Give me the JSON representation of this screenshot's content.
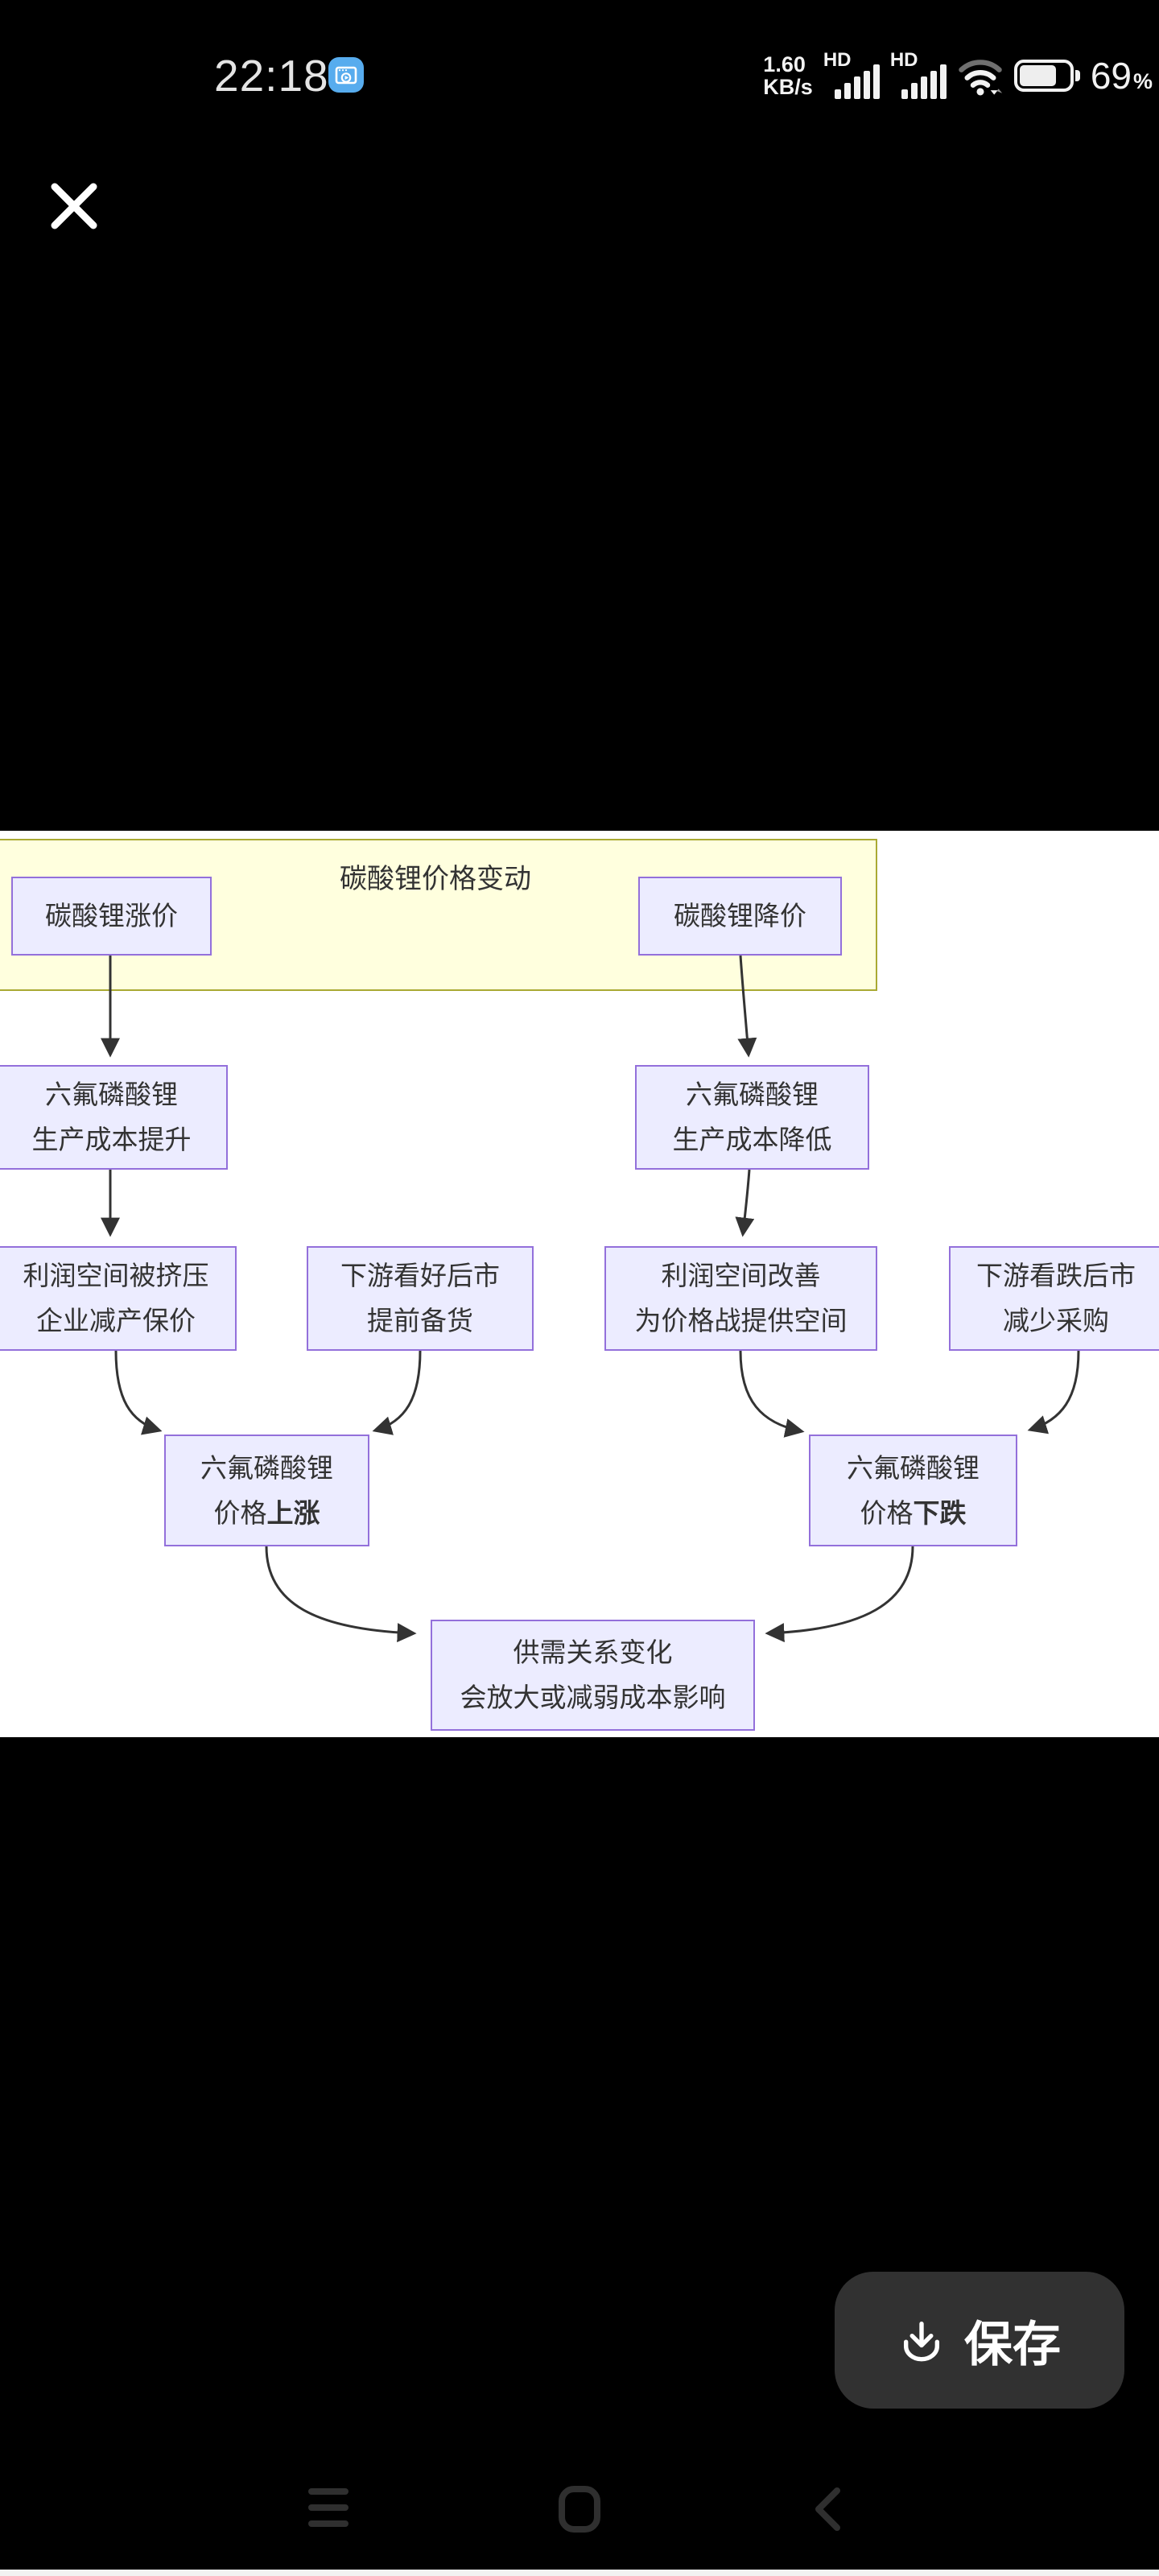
{
  "status_bar": {
    "time": "22:18",
    "net_speed_value": "1.60",
    "net_speed_unit": "KB/s",
    "sim1_badge": "HD",
    "sim2_badge": "HD",
    "battery_percent": "69",
    "percent_sign": "%"
  },
  "icons": {
    "screen_record": "screen-record-window-play",
    "wifi": "wifi-partial-with-traffic-arrows",
    "signal": "cell-signal-5-bars",
    "battery": "battery-69",
    "close": "x-cross",
    "download": "arrow-down-into-tray",
    "nav_recents": "three-lines",
    "nav_home": "rounded-square",
    "nav_back": "chevron-left"
  },
  "diagram": {
    "cluster_title": "碳酸锂价格变动",
    "nodes": {
      "up_trigger": {
        "l1": "碳酸锂涨价"
      },
      "down_trigger": {
        "l1": "碳酸锂降价"
      },
      "cost_up": {
        "l1": "六氟磷酸锂",
        "l2": "生产成本提升"
      },
      "cost_down": {
        "l1": "六氟磷酸锂",
        "l2": "生产成本降低"
      },
      "margin_squeeze": {
        "l1": "利润空间被挤压",
        "l2": "企业减产保价"
      },
      "stock_up": {
        "l1": "下游看好后市",
        "l2": "提前备货"
      },
      "margin_improve": {
        "l1": "利润空间改善",
        "l2": "为价格战提供空间"
      },
      "purchase_down": {
        "l1": "下游看跌后市",
        "l2": "减少采购"
      },
      "price_up": {
        "l1": "六氟磷酸锂",
        "l2_prefix": "价格",
        "l2_bold": "上涨"
      },
      "price_down": {
        "l1": "六氟磷酸锂",
        "l2_prefix": "价格",
        "l2_bold": "下跌"
      },
      "supply": {
        "l1": "供需关系变化",
        "l2": "会放大或减弱成本影响"
      }
    }
  },
  "save_button": {
    "label": "保存"
  },
  "colors": {
    "node_fill": "#ECECFF",
    "node_border": "#9370DB",
    "cluster_fill": "#FFFFDE",
    "cluster_border": "#AAAA33",
    "diagram_text": "#333333",
    "arrow": "#333333",
    "record_icon_blue": "#57ACEE",
    "save_button_bg": "#313131",
    "nav_icon": "#2f2f2f",
    "status_text": "#f2f2f2"
  }
}
